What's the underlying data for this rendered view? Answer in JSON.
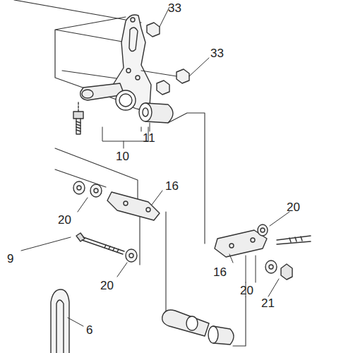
{
  "diagram": {
    "labels": [
      "33",
      "33",
      "11",
      "10",
      "16",
      "20",
      "20",
      "9",
      "20",
      "16",
      "20",
      "21",
      "6"
    ]
  }
}
